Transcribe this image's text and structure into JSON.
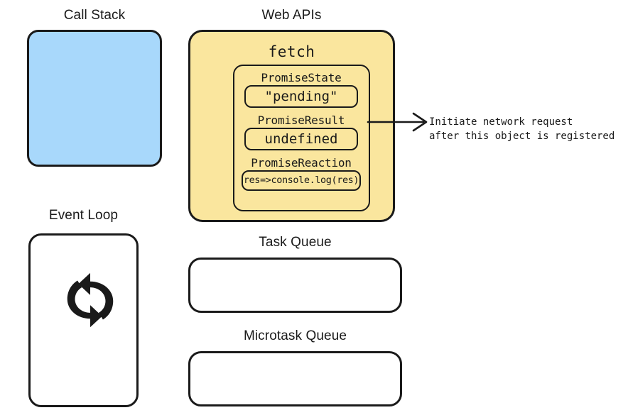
{
  "diagram": {
    "type": "javascript-event-loop-runtime",
    "background_color": "#ffffff",
    "stroke_color": "#1a1a1a",
    "panels": {
      "call_stack": {
        "title": "Call Stack",
        "fill_color": "#a8d8fb",
        "contents": []
      },
      "web_apis": {
        "title": "Web APIs",
        "fill_color": "#fae69e",
        "entry": {
          "name": "fetch",
          "promise": {
            "fields": [
              {
                "key": "PromiseState",
                "value": "\"pending\""
              },
              {
                "key": "PromiseResult",
                "value": "undefined"
              },
              {
                "key": "PromiseReaction",
                "value": "res=>console.log(res)"
              }
            ]
          }
        }
      },
      "event_loop": {
        "title": "Event Loop",
        "fill_color": "#ffffff",
        "icon": "sync-arrows-icon"
      },
      "task_queue": {
        "title": "Task Queue",
        "fill_color": "#ffffff",
        "contents": []
      },
      "microtask_queue": {
        "title": "Microtask Queue",
        "fill_color": "#ffffff",
        "contents": []
      }
    },
    "annotation": {
      "target": "web_apis.entry.promise",
      "line_1": "Initiate network request",
      "line_2": "after this object is registered"
    }
  }
}
